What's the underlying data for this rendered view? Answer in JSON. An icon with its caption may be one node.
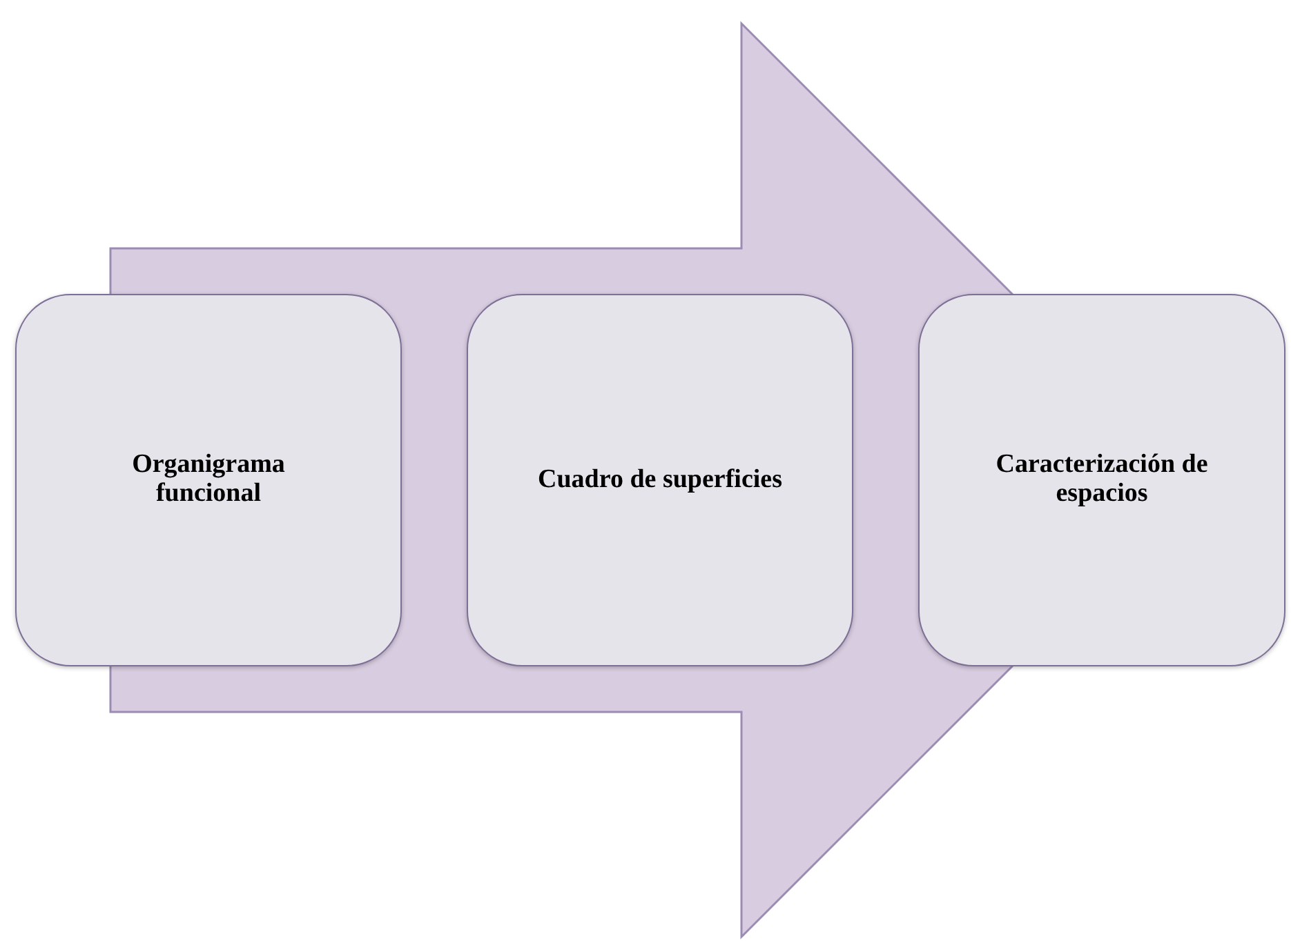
{
  "diagram": {
    "nodes": [
      {
        "text": [
          "Organigrama funcional"
        ]
      },
      {
        "text": [
          "Cuadro de superficies"
        ]
      },
      {
        "text": [
          "Caracterización de espacios"
        ]
      }
    ],
    "edges": [
      {
        "from": 0,
        "to": 2,
        "arrow": "to"
      }
    ]
  }
}
